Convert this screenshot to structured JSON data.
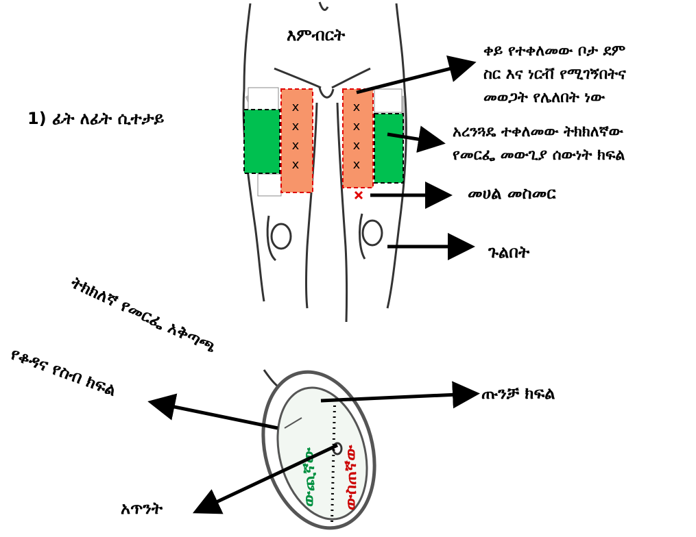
{
  "section_heading": "1) ፊት ለፊት ሲተታይ",
  "labels": {
    "groin": "እምብርት",
    "red_area_lines": [
      "ቀይ የተቀለመው ቦታ ደም",
      "ስር እና ነርቭ የሚገኝበትና",
      "መወጋት የሌለበት ነው"
    ],
    "green_area_lines": [
      "አረንጓዴ ተቀለመው ትክክለኛው",
      "የመርፌ መውጊያ ሰውነት ክፍል"
    ],
    "midline": "መሀል መስመር",
    "knee": "ጉልበት",
    "correct_angle": "ትክክለኛ የመርፌ አቅጣጫ",
    "fat_skin": "የቆዳና የስብ ክፍል",
    "muscle": "ጡንቻ ክፍል",
    "bone": "አጥንት",
    "outer_side": "ውጪኛው",
    "inner_side": "ውስጠኛው"
  },
  "injection_marks": [
    "x",
    "x",
    "x",
    "x"
  ],
  "colors": {
    "safe_zone": "#00c050",
    "danger_zone": "#f7956a",
    "danger_border": "#e00000",
    "outer_text": "#009040",
    "inner_text": "#cc0000",
    "line": "#000000"
  }
}
